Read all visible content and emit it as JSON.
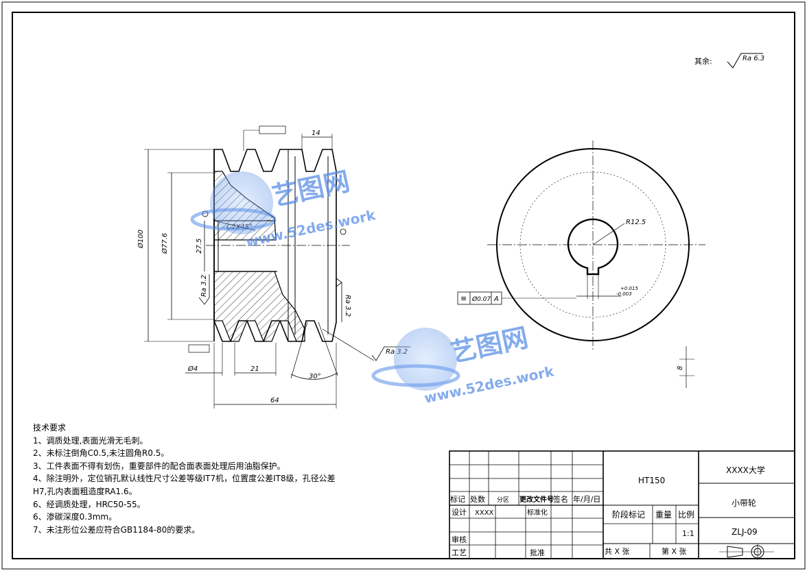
{
  "drawing": {
    "surface_note": {
      "prefix": "其余:",
      "value": "Ra 6.3"
    },
    "dimensions": {
      "outer_dia": "Ø100",
      "pitch_dia": "Ø77.6",
      "keyway_depth": "27.5",
      "chamfer": "C2X45°",
      "width_top": "14",
      "hole_small": "Ø4",
      "pitch": "21",
      "total_length": "64",
      "groove_angle": "30°",
      "key_radius": "R12.5",
      "key_tol_upper": "+0.015",
      "key_tol_lower": "-0.003",
      "key_width": "8"
    },
    "roughness": {
      "bore": "Ra 3.2",
      "face": "Ra 3.2",
      "groove": "Ra 3.2"
    },
    "tolerance_frame": {
      "symbol": "≡",
      "value": "Ø0.07",
      "datum": "A"
    }
  },
  "watermark": {
    "name": "艺图网",
    "url": "www.52des.work"
  },
  "tech_requirements": {
    "title": "技术要求",
    "items": [
      "1、调质处理,表面光滑无毛刺。",
      "2、未标注倒角C0.5,未注圆角R0.5。",
      "3、工件表面不得有划伤，重要部件的配合面表面处理后用油脂保护。",
      "4、除注明外，定位销孔默认线性尺寸公差等级IT7机，位置度公差IT8级，孔径公差",
      "H7,孔内表面粗造度RA1.6。",
      "6、经调质处理，HRC50-55。",
      "6、渗碳深度0.3mm。",
      "7、未注形位公差应符合GB1184-80的要求。"
    ]
  },
  "title_block": {
    "material": "HT150",
    "school": "XXXX大学",
    "part_name": "小带轮",
    "drawing_no": "ZLJ-09",
    "scale": "1:1",
    "labels": {
      "mark": "标记",
      "count": "处数",
      "zone": "分区",
      "change_doc": "更改文件号",
      "sign": "签名",
      "date": "年/月/日",
      "design": "设计",
      "designer": "XXXX",
      "standard": "标准化",
      "stage": "阶段标记",
      "weight": "重量",
      "ratio": "比例",
      "review": "审核",
      "process": "工艺",
      "approve": "批准",
      "total_sheets": "共 X 张",
      "sheet_no": "第 X 张"
    }
  }
}
